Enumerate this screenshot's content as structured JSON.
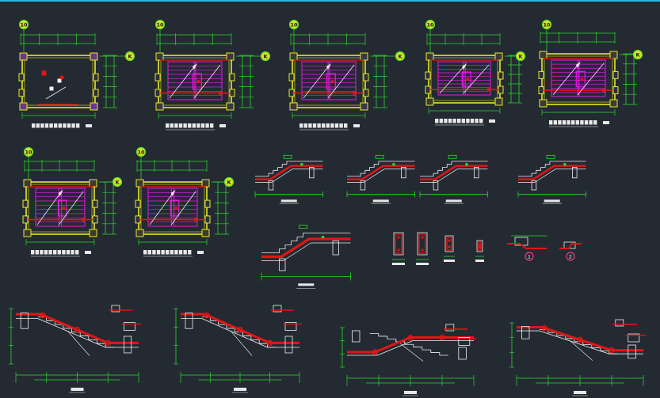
{
  "canvas": {
    "background": "#232a32",
    "frame_accent": "#27b7e6"
  },
  "colors": {
    "dim": "#2cd82c",
    "wall": "#e8e82a",
    "stair": "#e61ae6",
    "rebar": "#e31515",
    "white": "#f0f0f0",
    "tag_fill": "#d9e020",
    "tag_stroke": "#56e02c",
    "pink": "#f03c8c"
  },
  "plans": [
    {
      "id": "plan-1",
      "col_tag": "10",
      "row_tag": "K"
    },
    {
      "id": "plan-2",
      "col_tag": "10",
      "row_tag": "K"
    },
    {
      "id": "plan-3",
      "col_tag": "10",
      "row_tag": "K"
    },
    {
      "id": "plan-4",
      "col_tag": "10",
      "row_tag": "K"
    },
    {
      "id": "plan-5",
      "col_tag": "10",
      "row_tag": "K"
    },
    {
      "id": "plan-6",
      "col_tag": "10",
      "row_tag": "K"
    },
    {
      "id": "plan-7",
      "col_tag": "10",
      "row_tag": "K"
    }
  ],
  "detail_markers": [
    "1",
    "2"
  ]
}
